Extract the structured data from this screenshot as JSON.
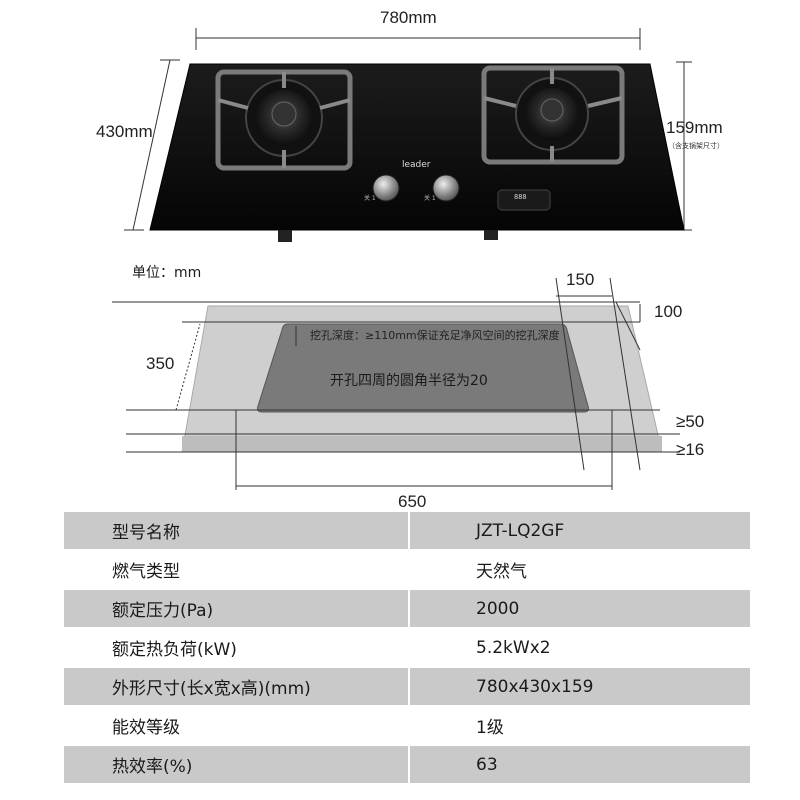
{
  "product": {
    "brand_logo": "leader",
    "dim_width": "780mm",
    "dim_depth": "430mm",
    "dim_height": "159mm",
    "dim_height_note": "（含支锅架尺寸）",
    "unit_note": "单位：mm",
    "knob_left_label": "关 1",
    "knob_right_label": "关 1",
    "display_readout": "888"
  },
  "cutout": {
    "dim_150": "150",
    "dim_100": "100",
    "dim_350": "350",
    "dim_650": "650",
    "dim_50": "≥50",
    "dim_16": "≥16",
    "depth_note": "挖孔深度：≥110mm保证充足净风空间的挖孔深度",
    "corner_note": "开孔四周的圆角半径为20"
  },
  "specs": [
    {
      "label": "型号名称",
      "value": "JZT-LQ2GF"
    },
    {
      "label": "燃气类型",
      "value": "天然气"
    },
    {
      "label": "额定压力(Pa)",
      "value": "2000"
    },
    {
      "label": "额定热负荷(kW)",
      "value": "5.2kWx2"
    },
    {
      "label": "外形尺寸(长x宽x高)(mm)",
      "value": "780x430x159"
    },
    {
      "label": "能效等级",
      "value": "1级"
    },
    {
      "label": "热效率(%)",
      "value": "63"
    }
  ]
}
